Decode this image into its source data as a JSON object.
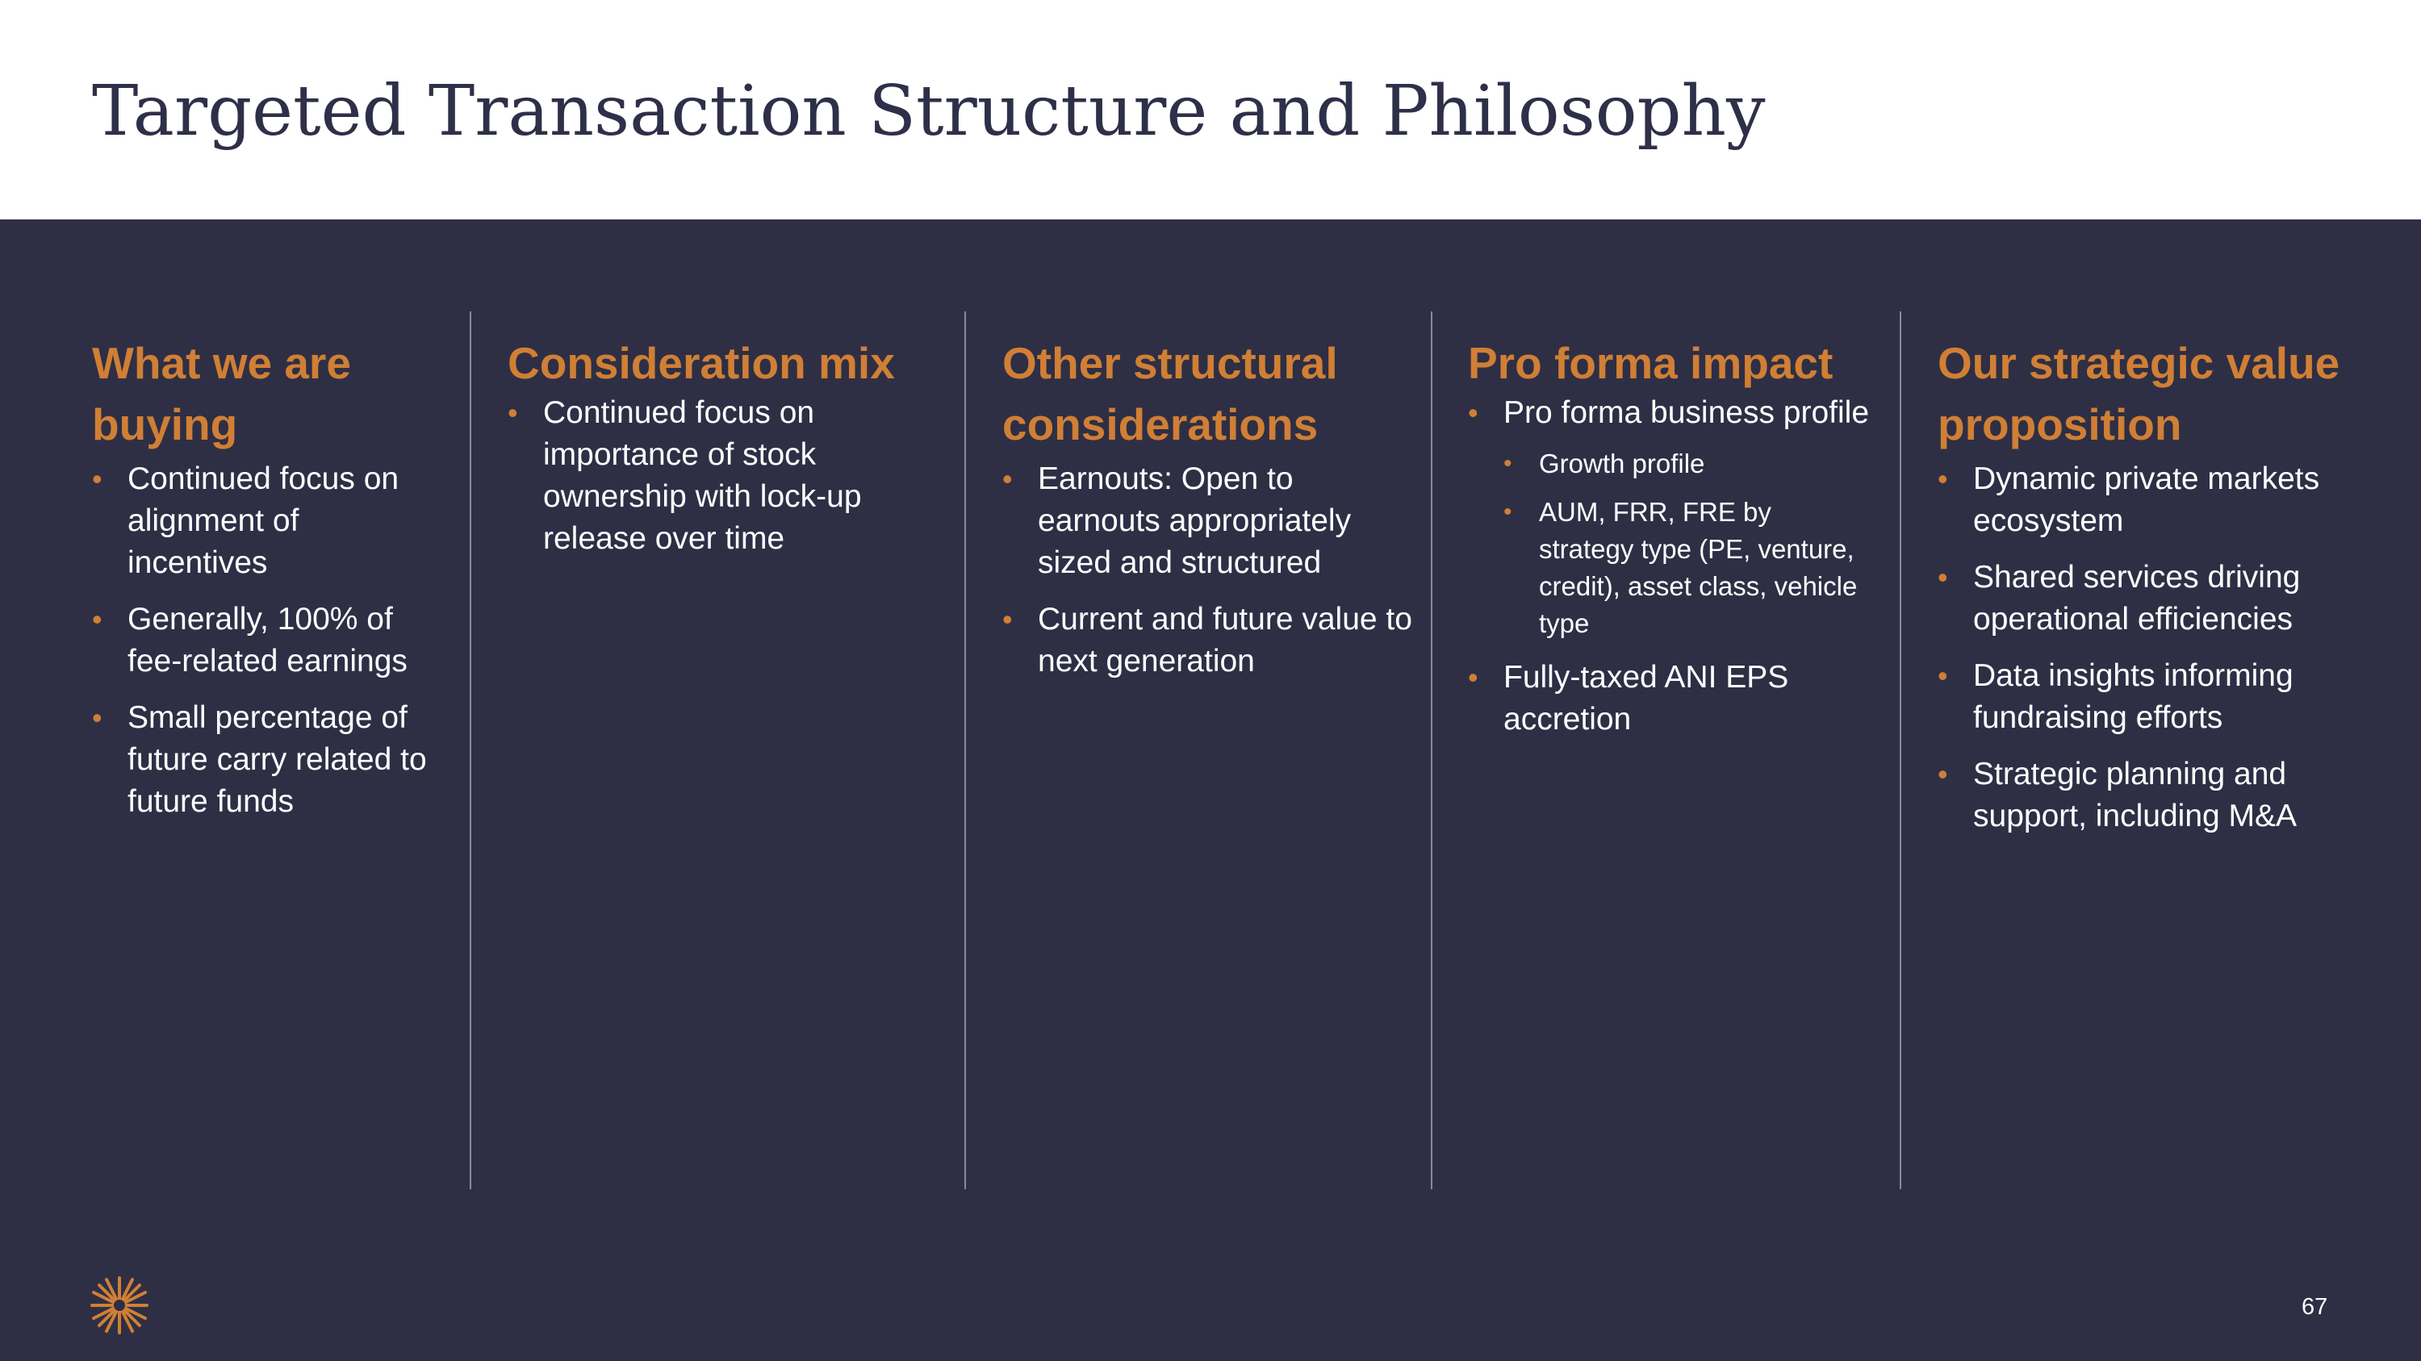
{
  "title": "Targeted Transaction Structure and Philosophy",
  "columns": [
    {
      "heading": "What we are buying",
      "bullets": [
        {
          "text": "Continued focus on alignment of incentives"
        },
        {
          "text": "Generally, 100% of fee-related earnings"
        },
        {
          "text": "Small percentage of future carry related to future funds"
        }
      ]
    },
    {
      "heading": "Consideration mix",
      "bullets": [
        {
          "text": "Continued focus on importance of stock ownership with lock-up release over time"
        }
      ]
    },
    {
      "heading": "Other structural considerations",
      "bullets": [
        {
          "text": "Earnouts: Open to earnouts appropriately sized and structured"
        },
        {
          "text": "Current and future value to next generation"
        }
      ]
    },
    {
      "heading": "Pro forma impact",
      "bullets": [
        {
          "text": "Pro forma business profile",
          "sub": [
            "Growth profile",
            "AUM, FRR, FRE by strategy type (PE, venture, credit), asset class, vehicle type"
          ]
        },
        {
          "text": "Fully-taxed ANI EPS accretion"
        }
      ]
    },
    {
      "heading": "Our strategic value proposition",
      "bullets": [
        {
          "text": "Dynamic private markets ecosystem"
        },
        {
          "text": "Shared services driving operational efficiencies"
        },
        {
          "text": "Data insights informing fundraising efforts"
        },
        {
          "text": "Strategic planning and support, including M&A"
        }
      ]
    }
  ],
  "page_number": "67",
  "logo": {
    "icon": "starburst-logo-icon",
    "color": "#d07f35"
  },
  "colors": {
    "panel": "#2e2f45",
    "accent": "#d07f35",
    "title": "#2e2f48",
    "text": "#ffffff"
  }
}
